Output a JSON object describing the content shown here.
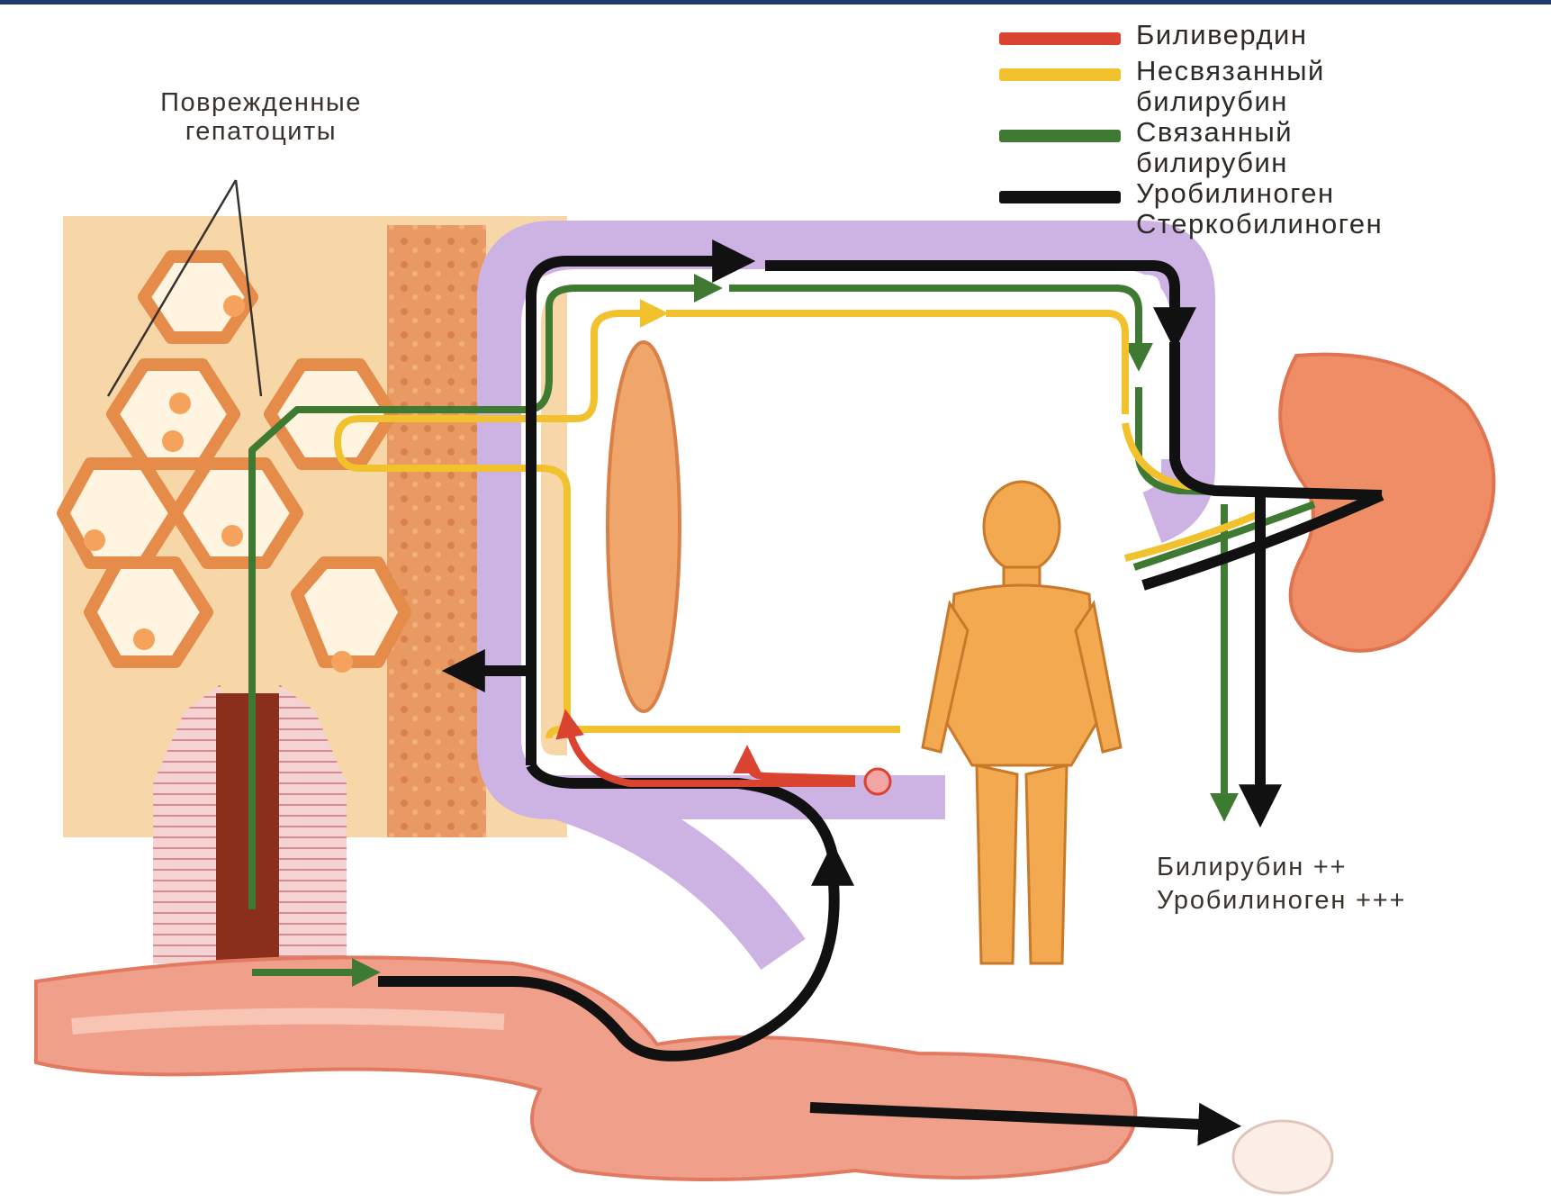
{
  "legend": {
    "items": [
      {
        "label": "Биливердин",
        "color": "#d9432f"
      },
      {
        "label": "Несвязанный\nбилирубин",
        "color": "#f2c12e"
      },
      {
        "label": "Связанный\nбилирубин",
        "color": "#3f7a32"
      },
      {
        "label": "Уробилиноген\nСтеркобилиноген",
        "color": "#111111"
      }
    ]
  },
  "labels": {
    "damaged_hepatocytes": "Поврежденные\nгепатоциты",
    "urine_result": "Билирубин ++\nУробилиноген +++"
  },
  "colors": {
    "biliverdin": "#d9432f",
    "unconjugated": "#f2c12e",
    "conjugated": "#3f7a32",
    "urobilinogen": "#111111",
    "tissue": "#f0a56a",
    "vessel": "#b89ad6"
  }
}
